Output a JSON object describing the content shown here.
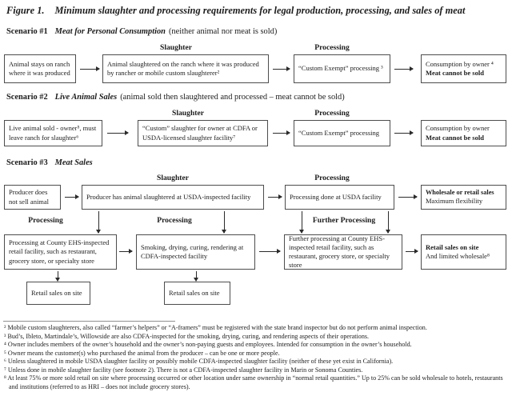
{
  "colors": {
    "text": "#1c1c1c",
    "box_border": "#4d4d4d",
    "rule": "#909090"
  },
  "title": {
    "label": "Figure 1.",
    "text": "Minimum slaughter and processing requirements for legal production, processing, and sales of meat"
  },
  "scenario1": {
    "label": "Scenario #1",
    "name": "Meat for Personal Consumption",
    "note": "(neither animal nor meat is sold)",
    "header_slaughter": "Slaughter",
    "header_processing": "Processing",
    "box_start": "Animal stays on ranch where it was produced",
    "box_slaughter": "Animal slaughtered on the ranch where it was produced by rancher or mobile custom slaughterer²",
    "box_processing": "“Custom Exempt” processing ³",
    "outcome_line1": "Consumption by owner ⁴",
    "outcome_line2": "Meat cannot be sold"
  },
  "scenario2": {
    "label": "Scenario #2",
    "name": "Live Animal Sales",
    "note": "(animal sold then slaughtered and processed – meat cannot be sold)",
    "header_slaughter": "Slaughter",
    "header_processing": "Processing",
    "box_start": "Live animal sold - owner⁵, must leave ranch for slaughter⁶",
    "box_slaughter": "“Custom” slaughter for owner at CDFA or USDA-licensed slaughter facility⁷",
    "box_processing": "“Custom Exempt” processing",
    "outcome_line1": "Consumption by owner",
    "outcome_line2": "Meat cannot be sold"
  },
  "scenario3": {
    "label": "Scenario #3",
    "name": "Meat Sales",
    "header_slaughter": "Slaughter",
    "header_processing": "Processing",
    "header_processing_left": "Processing",
    "header_processing_mid": "Processing",
    "header_further": "Further Processing",
    "box_start": "Producer does not sell animal",
    "box_slaughter": "Producer has animal slaughtered at USDA-inspected facility",
    "box_usda_processing": "Processing done at USDA facility",
    "outcome_wholesale_line1": "Wholesale or retail sales",
    "outcome_wholesale_line2": "Maximum flexibility",
    "box_county": "Processing at County EHS-inspected retail facility, such as restaurant, grocery store, or specialty store",
    "box_cdfa": "Smoking, drying, curing, rendering at CDFA-inspected facility",
    "box_further": "Further processing at County EHS-inspected retail facility, such as restaurant, grocery store, or specialty store",
    "outcome_retail_line1": "Retail sales on site",
    "outcome_retail_line2": "And limited wholesale⁸",
    "box_retail_left": "Retail sales on site",
    "box_retail_mid": "Retail sales on site"
  },
  "footnotes": [
    "² Mobile custom slaughterers, also called “farmer’s helpers” or “A-framers” must be registered with the state brand inspector but do not perform animal inspection.",
    "³ Bud’s, Ibleto, Martindale’s, Willowside are also CDFA-inspected for the smoking, drying, curing, and rendering aspects of their operations.",
    "⁴ Owner includes members of the owner’s household and the owner’s non-paying guests and employees. Intended for consumption in the owner’s household.",
    "⁵ Owner means the customer(s) who purchased the animal from the producer – can be one or more people.",
    "⁶ Unless slaughtered in mobile USDA slaughter facility or possibly mobile CDFA-inspected slaughter facility (neither of these yet exist in California).",
    "⁷ Unless done in mobile slaughter facility (see footnote 2). There is not a CDFA-inspected slaughter facility in Marin or Sonoma Counties.",
    "⁸ At least 75% or more sold retail on site where processing occurred or other location under same ownership in “normal retail quantities.”  Up to 25% can be sold wholesale to hotels, restaurants and institutions (referred to as HRI – does not include grocery stores)."
  ]
}
